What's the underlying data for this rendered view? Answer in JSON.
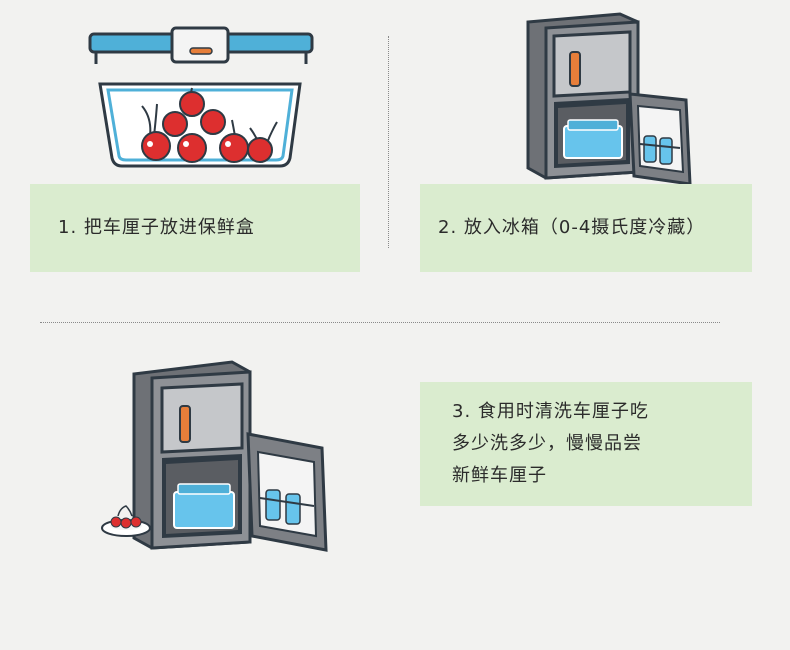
{
  "steps": [
    {
      "text": "1. 把车厘子放进保鲜盒",
      "illustration": "cherries-in-container"
    },
    {
      "text": "2. 放入冰箱（0-4摄氏度冷藏）",
      "illustration": "fridge-open-with-container"
    },
    {
      "text": "3. 食用时清洗车厘子吃\n多少洗多少，慢慢品尝\n新鲜车厘子",
      "illustration": "fridge-with-cherry-plate"
    }
  ],
  "colors": {
    "background": "#f2f2f0",
    "card": "#daeccf",
    "lid": "#4fb0d8",
    "fridge": "#8e9196",
    "water": "#67c4ec",
    "handle": "#e67e3a",
    "cherry": "#dd2f2f"
  }
}
